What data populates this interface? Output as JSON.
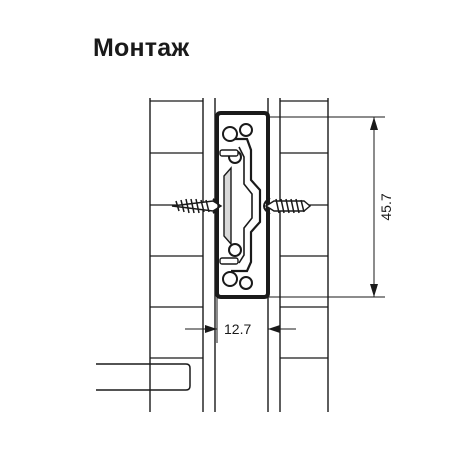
{
  "title": "Монтаж",
  "dimensions": {
    "height_label": "45.7",
    "width_label": "12.7"
  },
  "colors": {
    "line": "#1a1a1a",
    "background": "#ffffff",
    "slide_fill": "#d9d9d9"
  }
}
